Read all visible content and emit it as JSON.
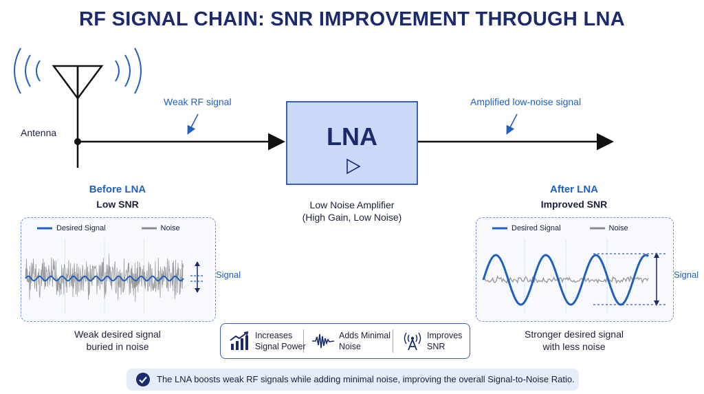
{
  "title": "RF SIGNAL CHAIN: SNR IMPROVEMENT THROUGH LNA",
  "antenna_label": "Antenna",
  "weak_signal_label": "Weak RF signal",
  "amplified_signal_label": "Amplified low-noise signal",
  "lna": {
    "label": "LNA",
    "description_line1": "Low Noise Amplifier",
    "description_line2": "(High Gain, Low Noise)"
  },
  "before": {
    "heading": "Before LNA",
    "subheading": "Low SNR",
    "legend_signal": "Desired Signal",
    "legend_noise": "Noise",
    "signal_annotation": "Signal",
    "caption_line1": "Weak desired signal",
    "caption_line2": "buried in noise",
    "signal_amplitude": 0.08,
    "noise_amplitude": 0.9
  },
  "after": {
    "heading": "After LNA",
    "subheading": "Improved SNR",
    "legend_signal": "Desired Signal",
    "legend_noise": "Noise",
    "signal_annotation": "Signal",
    "caption_line1": "Stronger desired signal",
    "caption_line2": "with less noise",
    "signal_amplitude": 1.0,
    "noise_amplitude": 0.15
  },
  "features": [
    {
      "icon": "bar-chart-up-icon",
      "line1": "Increases",
      "line2": "Signal Power"
    },
    {
      "icon": "waveform-icon",
      "line1": "Adds Minimal",
      "line2": "Noise"
    },
    {
      "icon": "radio-tower-icon",
      "line1": "Improves",
      "line2": "SNR"
    }
  ],
  "footer": {
    "icon": "check-circle-icon",
    "text": "The LNA boosts weak RF signals while adding minimal noise, improving the overall Signal-to-Noise Ratio."
  },
  "colors": {
    "accent_blue": "#1f5fbf",
    "navy": "#1a2a6c",
    "lna_fill": "#c9d9f7",
    "noise_gray": "#8a8a8a"
  }
}
